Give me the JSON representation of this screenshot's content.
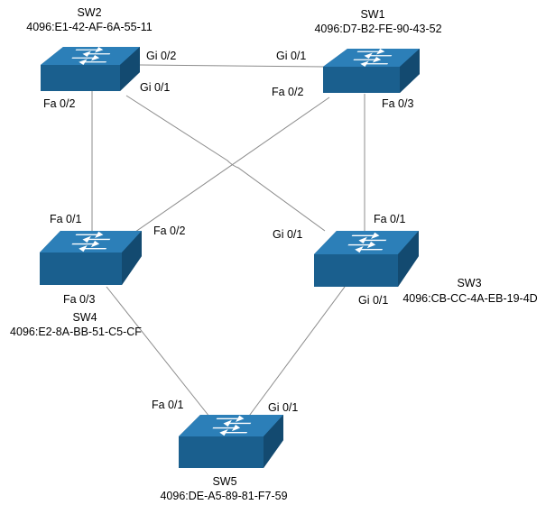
{
  "colors": {
    "switch_top": "#2c7fb8",
    "switch_front": "#1a5f8e",
    "switch_side": "#134a70",
    "link": "#8c8c8c",
    "arrow": "#ffffff"
  },
  "icon": "network-switch-icon",
  "switches": {
    "sw1": {
      "name": "SW1",
      "id": "4096:D7-B2-FE-90-43-52"
    },
    "sw2": {
      "name": "SW2",
      "id": "4096:E1-42-AF-6A-55-11"
    },
    "sw3": {
      "name": "SW3",
      "id": "4096:CB-CC-4A-EB-19-4D"
    },
    "sw4": {
      "name": "SW4",
      "id": "4096:E2-8A-BB-51-C5-CF"
    },
    "sw5": {
      "name": "SW5",
      "id": "4096:DE-A5-89-81-F7-59"
    }
  },
  "ports": {
    "sw2_gi02": "Gi 0/2",
    "sw2_gi01": "Gi 0/1",
    "sw2_fa02": "Fa 0/2",
    "sw1_gi01": "Gi 0/1",
    "sw1_fa02": "Fa 0/2",
    "sw1_fa03": "Fa 0/3",
    "sw4_fa01": "Fa 0/1",
    "sw4_fa02": "Fa 0/2",
    "sw4_fa03": "Fa 0/3",
    "sw3_fa01": "Fa 0/1",
    "sw3_gi01_left": "Gi 0/1",
    "sw3_gi01_bottom": "Gi 0/1",
    "sw5_fa01": "Fa 0/1",
    "sw5_gi01": "Gi 0/1"
  },
  "links": [
    {
      "from": "SW2",
      "to": "SW1",
      "from_port": "Gi 0/2",
      "to_port": "Gi 0/1"
    },
    {
      "from": "SW2",
      "to": "SW4",
      "from_port": "Fa 0/2",
      "to_port": "Fa 0/1"
    },
    {
      "from": "SW2",
      "to": "SW3",
      "from_port": "Gi 0/1",
      "to_port": "Gi 0/1"
    },
    {
      "from": "SW1",
      "to": "SW4",
      "from_port": "Fa 0/2",
      "to_port": "Fa 0/2"
    },
    {
      "from": "SW1",
      "to": "SW3",
      "from_port": "Fa 0/3",
      "to_port": "Fa 0/1"
    },
    {
      "from": "SW4",
      "to": "SW5",
      "from_port": "Fa 0/3",
      "to_port": "Fa 0/1"
    },
    {
      "from": "SW3",
      "to": "SW5",
      "from_port": "Gi 0/1",
      "to_port": "Gi 0/1"
    }
  ]
}
